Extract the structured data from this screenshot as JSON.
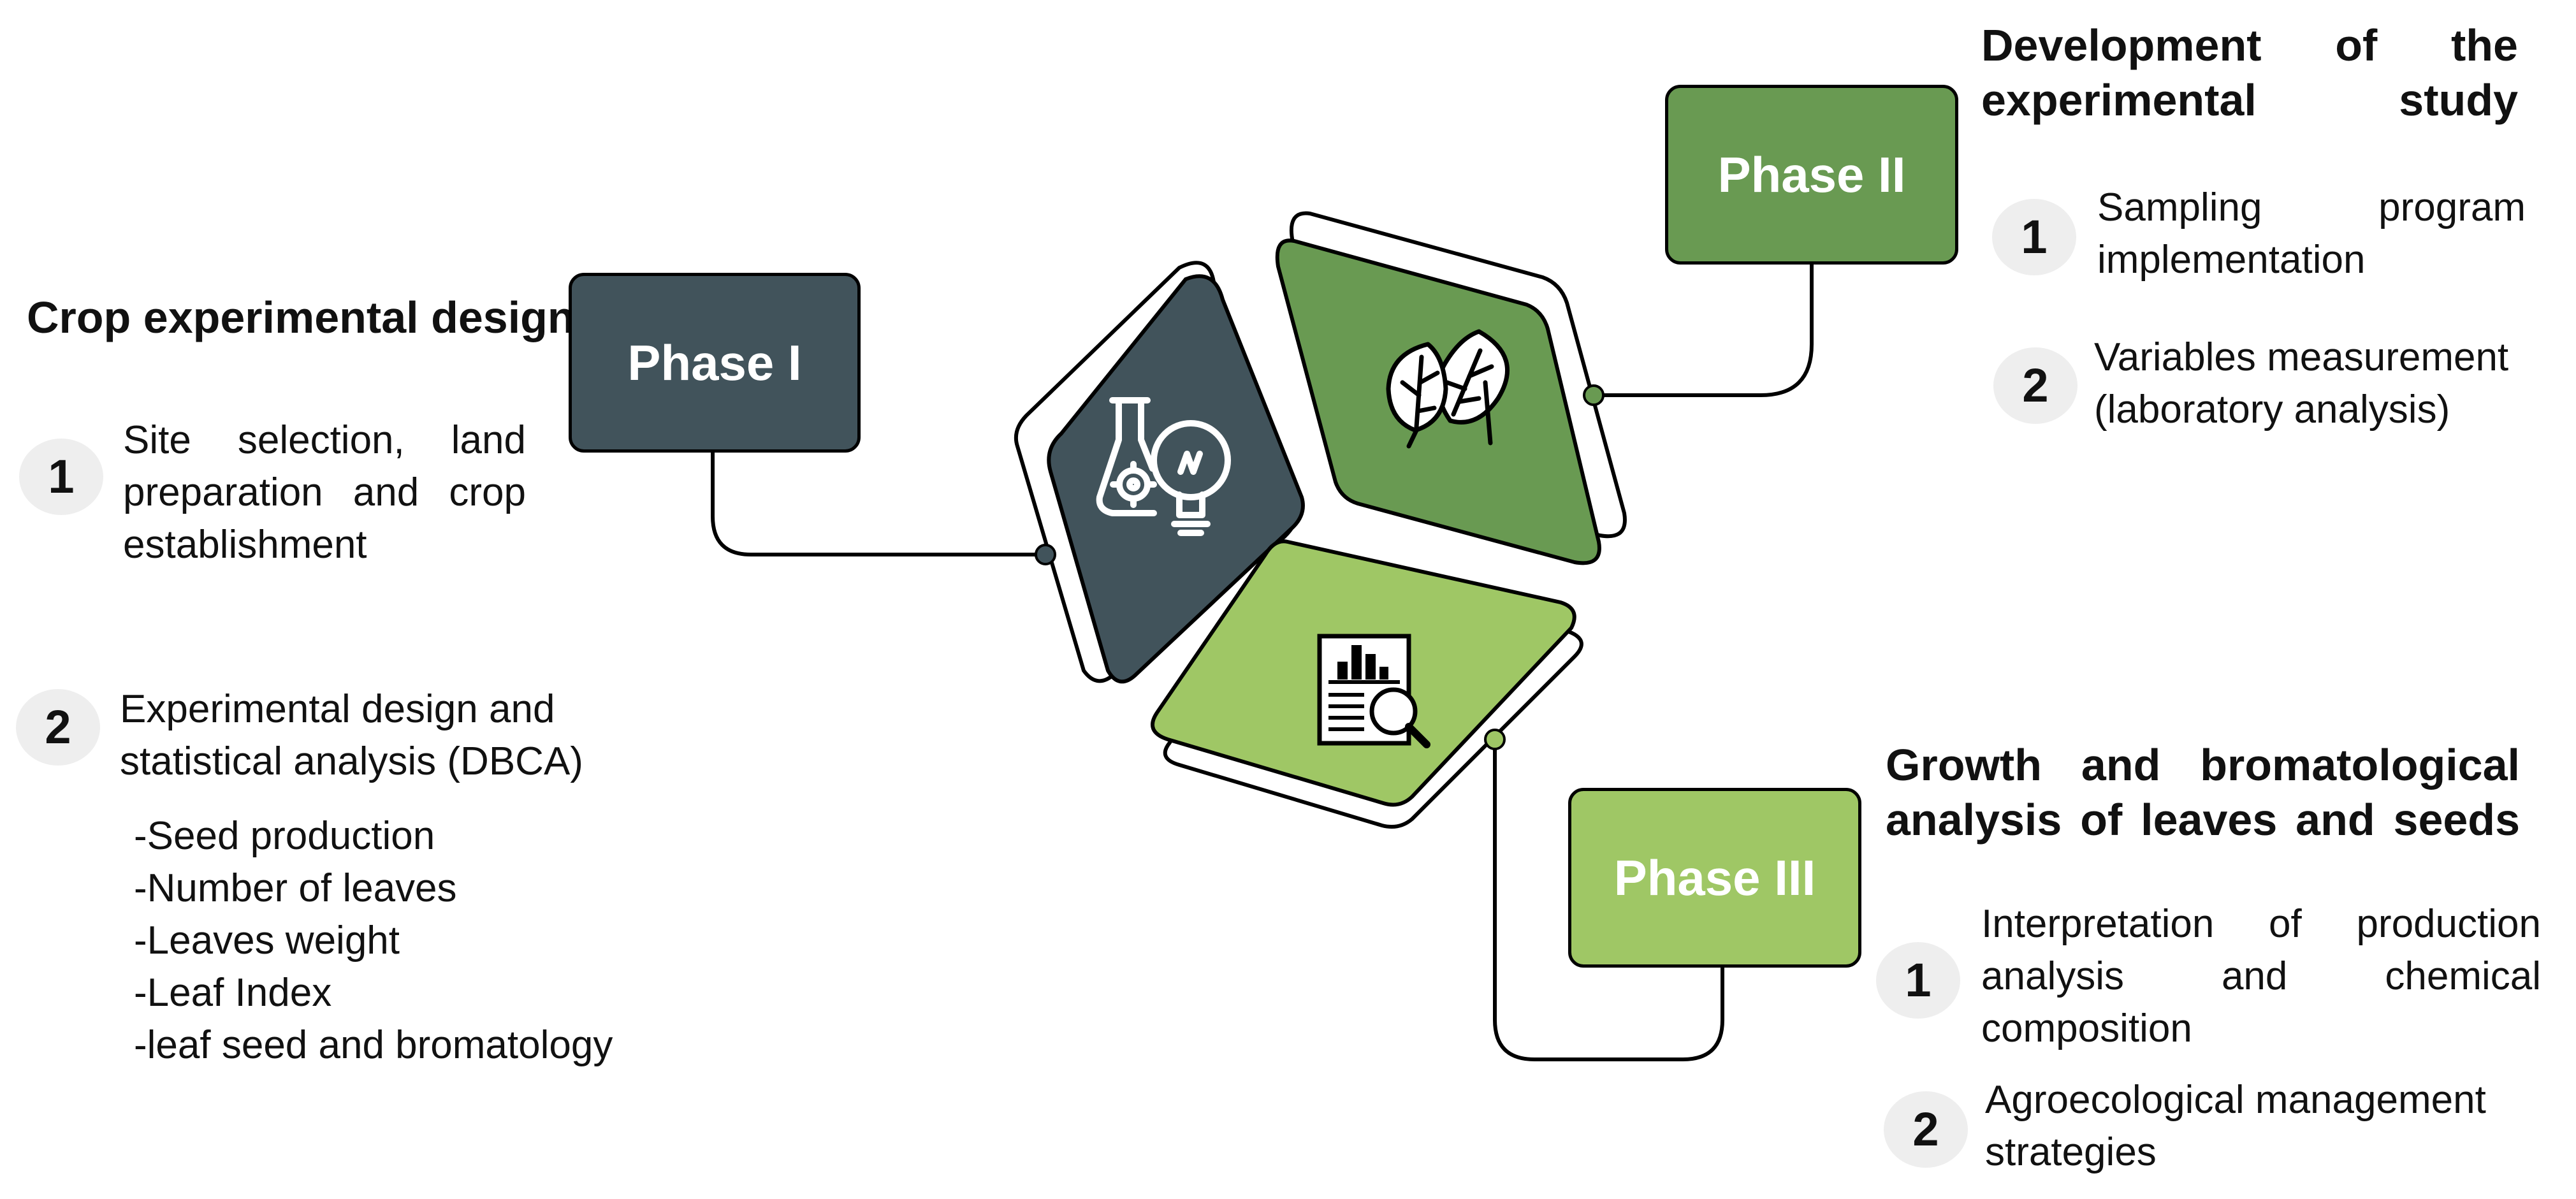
{
  "colors": {
    "dark": "#41535b",
    "mid_green": "#699a52",
    "light_green": "#9fc765",
    "outline": "#000000",
    "number_bg": "#eeeeee"
  },
  "phases": [
    {
      "label": "Phase I",
      "title": "Crop experimental design",
      "icon": "flask-lightbulb-icon",
      "items": [
        {
          "num": "1",
          "text": "Site selection, land preparation and crop establishment"
        },
        {
          "num": "2",
          "text": "Experimental design and statistical analysis (DBCA)",
          "subitems": [
            "-Seed production",
            "-Number of leaves",
            "-Leaves weight",
            "-Leaf Index",
            "-leaf seed and bromatology"
          ]
        }
      ]
    },
    {
      "label": "Phase II",
      "title": "Development of the experimental study",
      "icon": "leaves-icon",
      "items": [
        {
          "num": "1",
          "text": "Sampling program implementation"
        },
        {
          "num": "2",
          "text": "Variables measurement (laboratory analysis)"
        }
      ]
    },
    {
      "label": "Phase III",
      "title": "Growth and bromatological analysis of leaves and seeds",
      "icon": "report-magnifier-icon",
      "items": [
        {
          "num": "1",
          "text": "Interpretation of production analysis and chemical composition"
        },
        {
          "num": "2",
          "text": "Agroecological management strategies"
        }
      ]
    }
  ]
}
